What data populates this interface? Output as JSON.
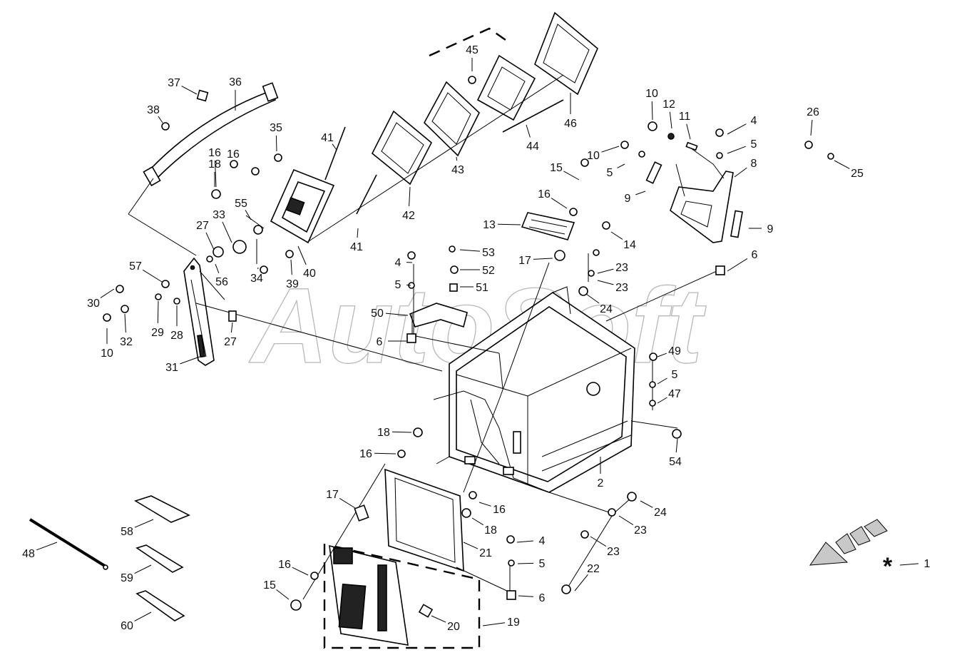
{
  "watermark": "AutoSoft",
  "callouts": [
    "1",
    "2",
    "4",
    "4",
    "4",
    "5",
    "5",
    "5",
    "5",
    "5",
    "6",
    "6",
    "6",
    "8",
    "9",
    "9",
    "10",
    "10",
    "10",
    "11",
    "12",
    "13",
    "14",
    "15",
    "15",
    "16",
    "16",
    "16",
    "16",
    "16",
    "16",
    "17",
    "17",
    "18",
    "18",
    "18",
    "19",
    "20",
    "21",
    "22",
    "23",
    "23",
    "23",
    "23",
    "24",
    "24",
    "25",
    "26",
    "27",
    "27",
    "28",
    "29",
    "30",
    "31",
    "32",
    "33",
    "34",
    "35",
    "36",
    "37",
    "38",
    "39",
    "40",
    "41",
    "41",
    "42",
    "43",
    "44",
    "45",
    "46",
    "47",
    "48",
    "49",
    "50",
    "51",
    "52",
    "53",
    "54",
    "55",
    "56",
    "57",
    "58",
    "59",
    "60"
  ],
  "legend_symbol": "*",
  "colors": {
    "ink": "#000000",
    "watermark": "#b8b8b8",
    "arrow_fill": "#c8c8c8"
  }
}
